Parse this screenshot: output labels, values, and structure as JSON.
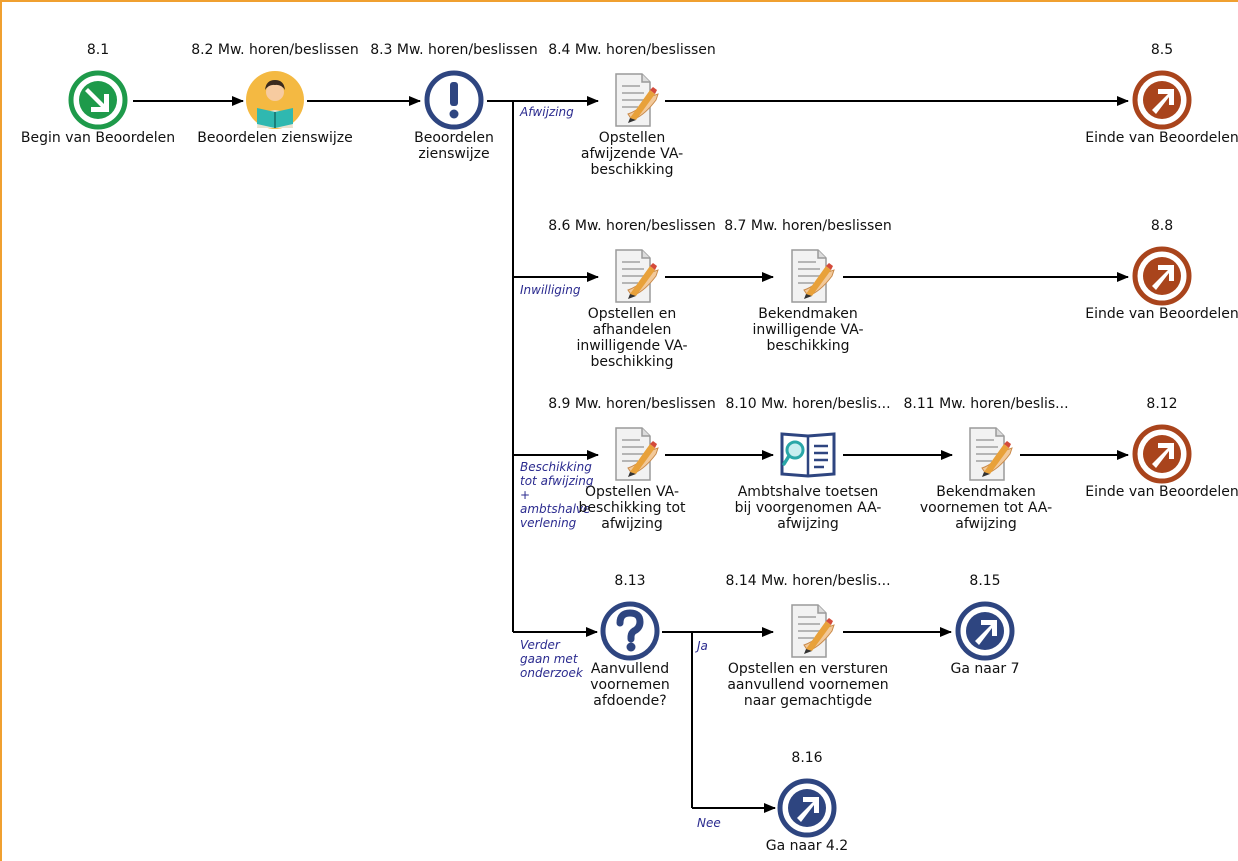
{
  "nodes": {
    "n8_1": {
      "number": "8.1",
      "label": "Begin van Beoordelen",
      "icon": "start-event-icon",
      "color": "#1e9a4a"
    },
    "n8_2": {
      "number": "8.2 Mw. horen/beslissen",
      "label": "Beoordelen zienswijze",
      "icon": "person-reading-icon"
    },
    "n8_3": {
      "number": "8.3 Mw. horen/beslissen",
      "label": "Beoordelen zienswijze",
      "icon": "exclamation-gateway-icon",
      "color": "#2e4580"
    },
    "n8_4": {
      "number": "8.4 Mw. horen/beslissen",
      "label": "Opstellen afwijzende VA-beschikking",
      "icon": "document-edit-icon"
    },
    "n8_5": {
      "number": "8.5",
      "label": "Einde van Beoordelen",
      "icon": "end-event-icon",
      "color": "#a9441c"
    },
    "n8_6": {
      "number": "8.6 Mw. horen/beslissen",
      "label": "Opstellen en afhandelen inwilligende VA-beschikking",
      "icon": "document-edit-icon"
    },
    "n8_7": {
      "number": "8.7 Mw. horen/beslissen",
      "label": "Bekendmaken inwilligende VA-beschikking",
      "icon": "document-edit-icon"
    },
    "n8_8": {
      "number": "8.8",
      "label": "Einde van Beoordelen",
      "icon": "end-event-icon",
      "color": "#a9441c"
    },
    "n8_9": {
      "number": "8.9 Mw. horen/beslissen",
      "label": "Opstellen VA-beschikking tot afwijzing",
      "icon": "document-edit-icon"
    },
    "n8_10": {
      "number": "8.10 Mw. horen/beslis...",
      "label": "Ambtshalve toetsen bij voorgenomen AA-afwijzing",
      "icon": "book-search-icon"
    },
    "n8_11": {
      "number": "8.11 Mw. horen/beslis...",
      "label": "Bekendmaken voornemen tot AA-afwijzing",
      "icon": "document-edit-icon"
    },
    "n8_12": {
      "number": "8.12",
      "label": "Einde van Beoordelen",
      "icon": "end-event-icon",
      "color": "#a9441c"
    },
    "n8_13": {
      "number": "8.13",
      "label": "Aanvullend voornemen afdoende?",
      "icon": "question-gateway-icon",
      "color": "#2e4580"
    },
    "n8_14": {
      "number": "8.14 Mw. horen/beslis...",
      "label": "Opstellen en versturen aanvullend voornemen naar gemachtigde",
      "icon": "document-edit-icon"
    },
    "n8_15": {
      "number": "8.15",
      "label": "Ga naar 7",
      "icon": "goto-link-icon",
      "color": "#2e4580"
    },
    "n8_16": {
      "number": "8.16",
      "label": "Ga naar 4.2",
      "icon": "goto-link-icon",
      "color": "#2e4580"
    }
  },
  "edge_labels": {
    "afwijzing": "Afwijzing",
    "inwilliging": "Inwilliging",
    "beschikking": "Beschikking tot afwijzing + ambtshalve verlening",
    "verder": "Verder gaan met onderzoek",
    "ja": "Ja",
    "nee": "Nee"
  },
  "colors": {
    "frame": "#f0a030",
    "edge_label": "#2b2b8f",
    "start": "#1e9a4a",
    "end": "#a9441c",
    "gateway": "#2e4580"
  }
}
